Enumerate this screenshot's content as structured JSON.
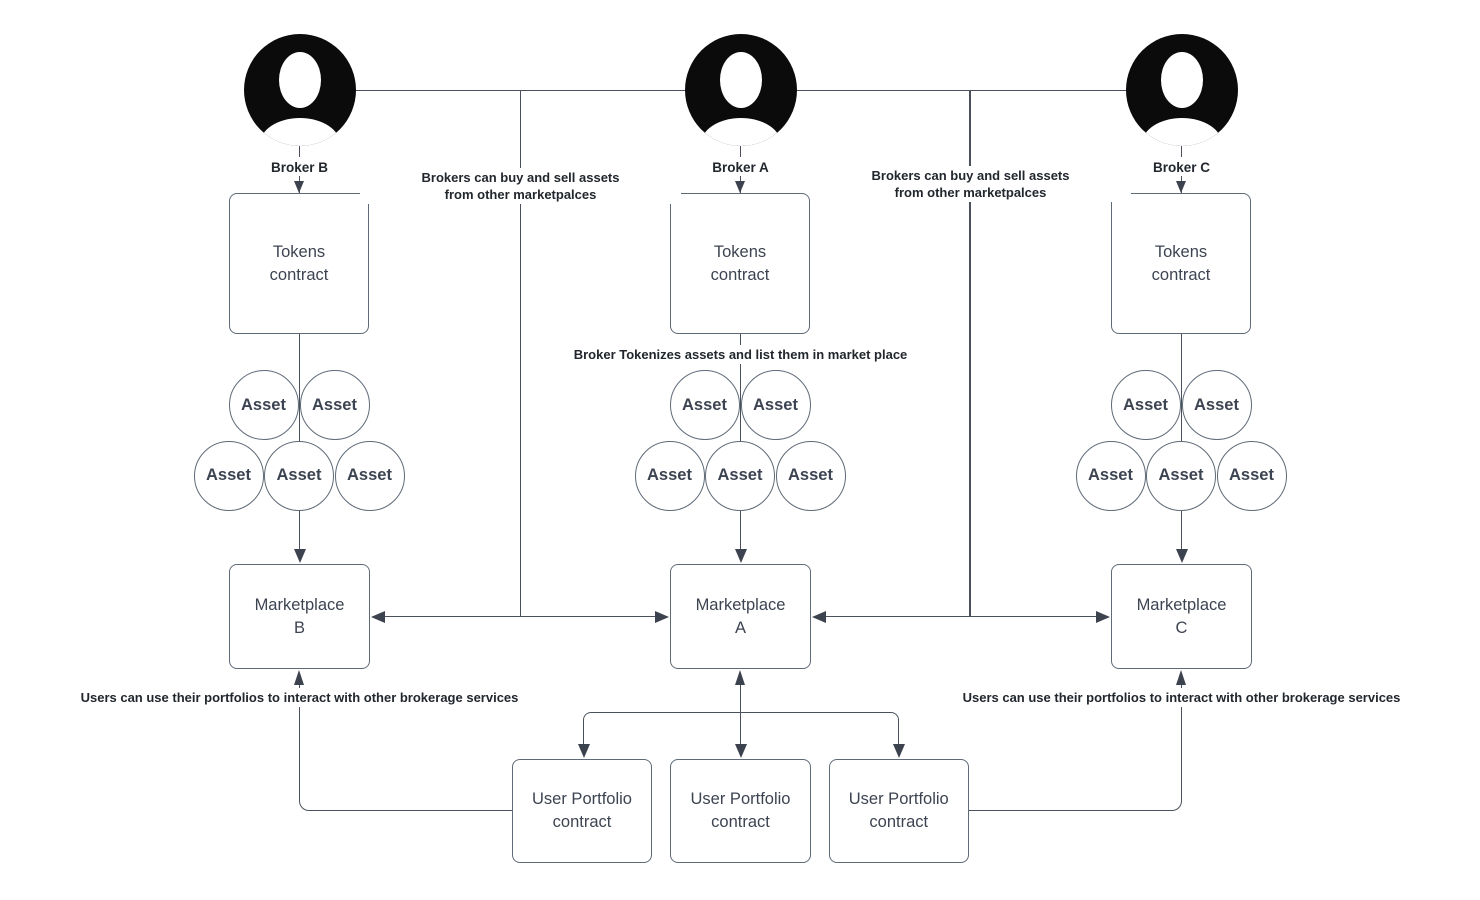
{
  "columns": [
    {
      "broker_label": "Broker B",
      "tokens_box": [
        "Tokens",
        "contract"
      ],
      "marketplace_box": [
        "Marketplace",
        "B"
      ]
    },
    {
      "broker_label": "Broker A",
      "tokens_box": [
        "Tokens",
        "contract"
      ],
      "marketplace_box": [
        "Marketplace",
        "A"
      ]
    },
    {
      "broker_label": "Broker C",
      "tokens_box": [
        "Tokens",
        "contract"
      ],
      "marketplace_box": [
        "Marketplace",
        "C"
      ]
    }
  ],
  "labels": {
    "asset": "Asset"
  },
  "portfolio_boxes": [
    [
      "User Portfolio",
      "contract"
    ],
    [
      "User Portfolio",
      "contract"
    ],
    [
      "User Portfolio",
      "contract"
    ]
  ],
  "annotations": {
    "buy_sell_left_line1": "Brokers can buy and sell assets",
    "buy_sell_left_line2": "from other marketpalces",
    "buy_sell_right_line1": "Brokers can buy and sell assets",
    "buy_sell_right_line2": "from other marketpalces",
    "tokenize": "Broker Tokenizes assets and list them in market place",
    "portfolios_left": "Users can use their portfolios to interact with other brokerage services",
    "portfolios_right": "Users can use their portfolios to interact with other brokerage services"
  },
  "icons": {
    "broker": "person-avatar-icon"
  },
  "colors": {
    "line": "#4a515c",
    "arrow_fill": "#3c434e",
    "shape_border": "#5f6a77",
    "shape_text": "#3d4451",
    "annotation_text": "#22272e",
    "avatar_fill": "#0b0b0b",
    "background": "#ffffff"
  }
}
